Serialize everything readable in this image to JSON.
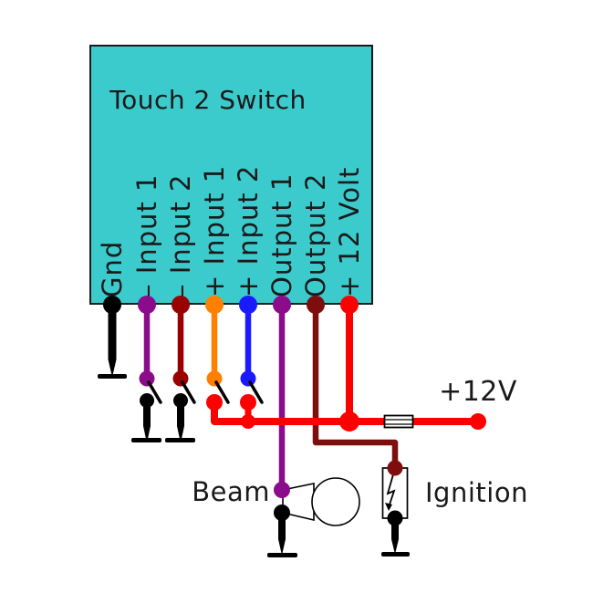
{
  "diagram": {
    "module": {
      "title": "Touch 2 Switch",
      "fill": "#3CCBCD",
      "border": "#1a1a1a"
    },
    "pins": [
      {
        "label": "Gnd",
        "color": "#000000"
      },
      {
        "label": "– Input 1",
        "color": "#8B0B8B"
      },
      {
        "label": "– Input 2",
        "color": "#9B0000"
      },
      {
        "label": "+ Input 1",
        "color": "#FF8000"
      },
      {
        "label": "+ Input 2",
        "color": "#1A1AFF"
      },
      {
        "label": "Output 1",
        "color": "#8B0B8B"
      },
      {
        "label": "Output 2",
        "color": "#7E0E0E"
      },
      {
        "label": "+ 12 Volt",
        "color": "#FF0000"
      }
    ],
    "labels": {
      "beam": "Beam",
      "ignition": "Ignition",
      "supply": "+12V"
    },
    "wire_colors": {
      "ground_black": "#000000",
      "supply_red": "#FF0000"
    }
  }
}
